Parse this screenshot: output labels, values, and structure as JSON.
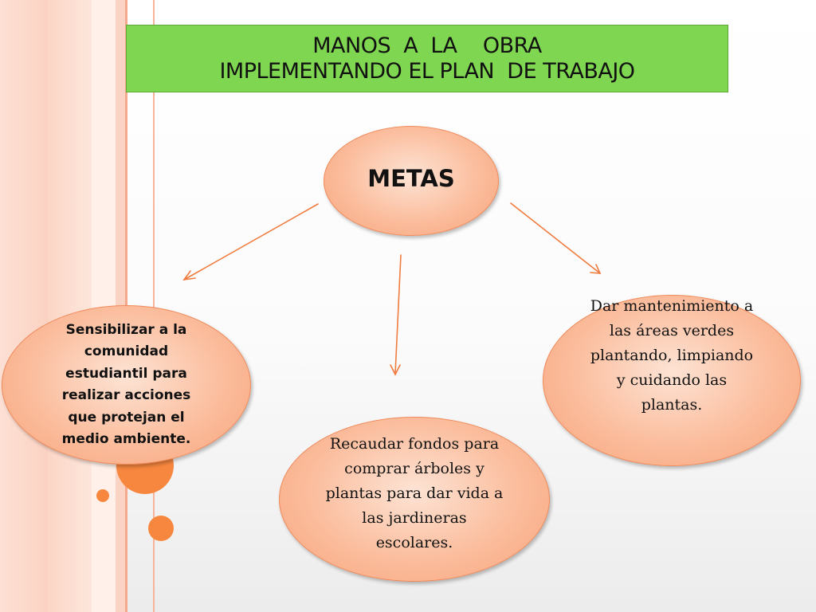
{
  "title": {
    "line1": "MANOS  A  LA    OBRA",
    "line2": "IMPLEMENTANDO EL PLAN  DE TRABAJO"
  },
  "center": {
    "label": "METAS"
  },
  "goals": {
    "left": "Sensibilizar a la comunidad estudiantil para realizar acciones que  protejan el medio ambiente.",
    "bottom": "Recaudar fondos para comprar árboles y plantas para dar vida a las jardineras escolares.",
    "right": "Dar mantenimiento a las áreas verdes plantando, limpiando y cuidando  las plantas."
  },
  "colors": {
    "title_bg": "#7fd650",
    "oval_fill": "#fbbd9d",
    "oval_border": "#f08a5a",
    "arrow": "#f07b3f",
    "accent_dots": "#f7873f"
  }
}
